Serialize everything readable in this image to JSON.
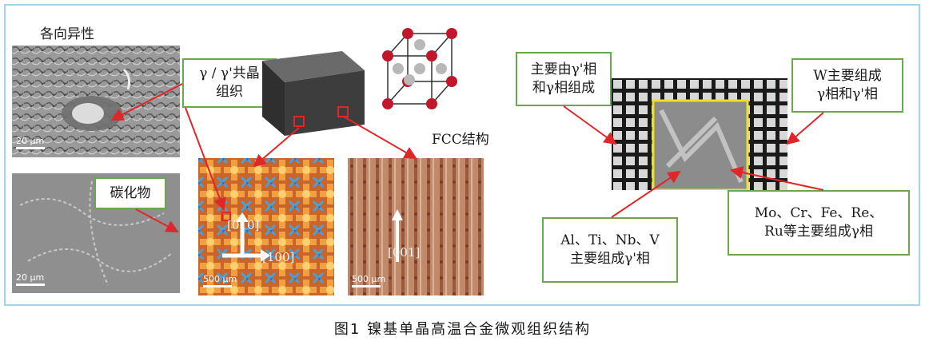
{
  "labels": {
    "anisotropy": "各向异性",
    "eutectic": "γ / γ'共晶\n组织",
    "carbide": "碳化物",
    "fcc": "FCC结构",
    "gamma_prime_gamma": "主要由γ'相\n和γ相组成",
    "w_forms": "W主要组成\nγ相和γ'相",
    "mo_cr": "Mo、Cr、Fe、Re、\nRu等主要组成γ相",
    "al_ti": "Al、Ti、Nb、V\n主要组成γ'相"
  },
  "scale_bars": {
    "sem_top": "20 μm",
    "sem_bottom": "20 μm",
    "optical_transverse": "500 μm",
    "optical_longitudinal": "500 μm"
  },
  "directions": {
    "d010": "[010]",
    "d100": "[100]",
    "d001": "[001]"
  },
  "caption": "图1  镍基单晶高温合金微观组织结构",
  "colors": {
    "frame": "#9fd6ea",
    "label_border": "#6aa84f",
    "arrow": "#e0262b",
    "atom": "#c0182a",
    "atom_center": "#b8b8b8",
    "highlight_box": "#f0e020"
  },
  "icons": {
    "crystal": "fcc-unit-cell-icon",
    "block": "single-crystal-block-icon"
  }
}
